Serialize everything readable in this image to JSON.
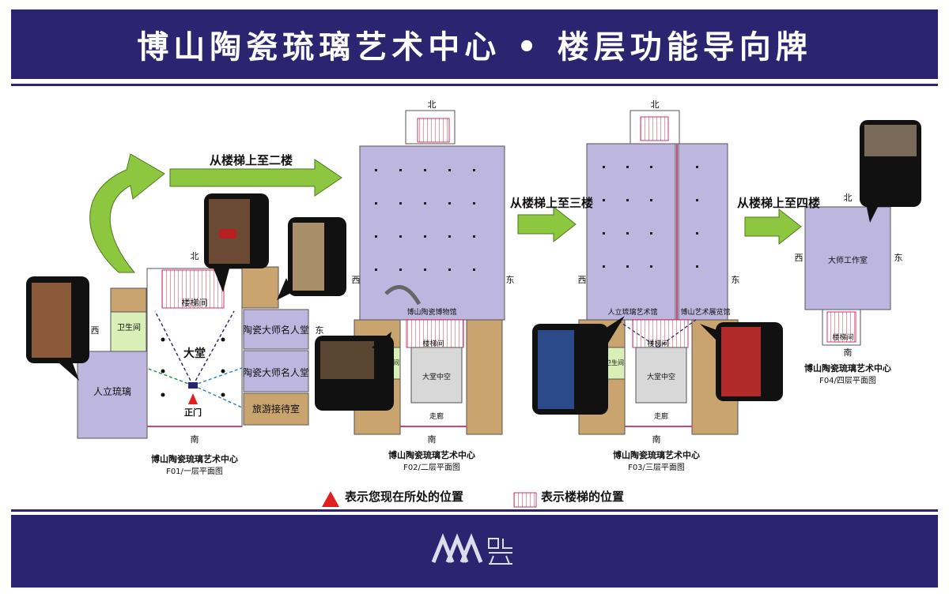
{
  "title": "博山陶瓷琉璃艺术中心 • 楼层功能导向牌",
  "compass": {
    "north": "北",
    "south": "南",
    "east": "东",
    "west": "西"
  },
  "arrows": {
    "to_second": "从楼梯上至二楼",
    "to_third": "从楼梯上至三楼",
    "to_fourth": "从楼梯上至四楼"
  },
  "floor1": {
    "name": "博山陶瓷琉璃艺术中心",
    "sub": "F01/一层平面图",
    "rooms": {
      "glass": "人立琉璃",
      "toilet": "卫生间",
      "hall": "大堂",
      "stairs": "楼梯间",
      "master1": "陶瓷大师名人堂",
      "master2": "陶瓷大师名人堂",
      "reception": "旅游接待室",
      "gate": "正门"
    }
  },
  "floor2": {
    "name": "博山陶瓷琉璃艺术中心",
    "sub": "F02/二层平面图",
    "rooms": {
      "museum": "博山陶瓷博物馆",
      "atrium": "大堂中空",
      "corridor": "走廊",
      "toilet": "卫生间",
      "stairs": "楼梯间"
    }
  },
  "floor3": {
    "name": "博山陶瓷琉璃艺术中心",
    "sub": "F03/三层平面图",
    "rooms": {
      "glassmuseum": "人立琉璃艺术馆",
      "artgallery": "博山艺术展览馆",
      "atrium": "大堂中空",
      "corridor": "走廊",
      "toilet": "卫生间",
      "stairs": "楼梯间"
    }
  },
  "floor4": {
    "name": "博山陶瓷琉璃艺术中心",
    "sub": "F04/四层平面图",
    "rooms": {
      "studio": "大师工作室",
      "stairs": "楼梯间"
    }
  },
  "legend": {
    "here": "表示您现在所处的位置",
    "stairs": "表示楼梯的位置"
  },
  "colors": {
    "navy": "#2b2470",
    "room": "#bdb7e0",
    "brown": "#c9a46e",
    "green": "#8dc63f",
    "red": "#e02020"
  }
}
